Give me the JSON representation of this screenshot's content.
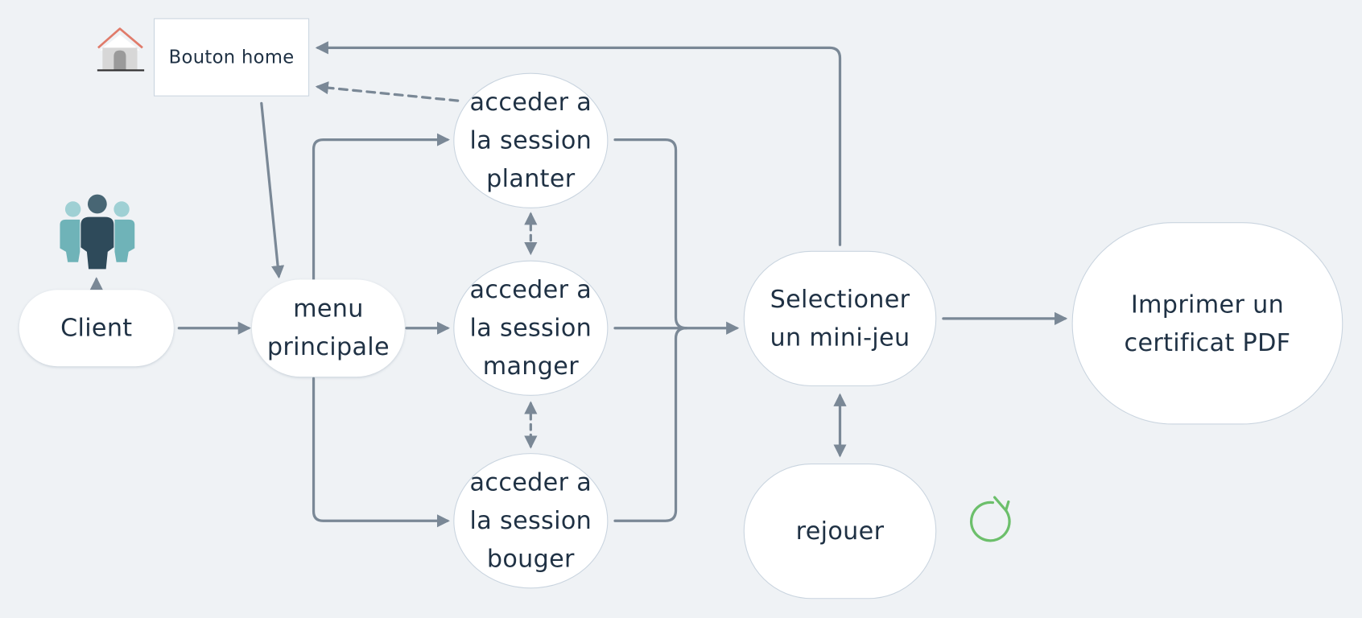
{
  "nodes": {
    "client": "Client",
    "menu": "menu principale",
    "planter": "acceder a la session planter",
    "manger": "acceder a la session manger",
    "bouger": "acceder a la session bouger",
    "selectionner": "Selectioner un mini-jeu",
    "rejouer": "rejouer",
    "imprimer": "Imprimer un certificat PDF",
    "home": "Bouton home"
  },
  "icons": {
    "home": "house-icon",
    "client": "people-group-icon",
    "rejouer": "refresh-icon"
  },
  "colors": {
    "background": "#eff2f5",
    "connector": "#7a8896",
    "node_border": "#c9d4df",
    "text": "#1f3144",
    "refresh": "#6cbf6b",
    "house_roof": "#e07b6a"
  }
}
